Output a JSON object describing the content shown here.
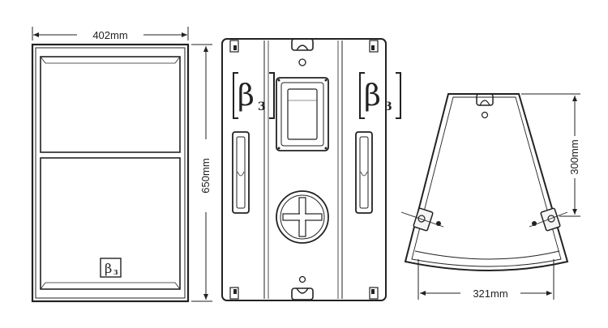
{
  "dimensions": {
    "width": "402mm",
    "height": "650mm",
    "depth": "300mm",
    "back_width": "321mm"
  },
  "logo": {
    "symbol": "β",
    "subscript": "3"
  },
  "colors": {
    "line": "#222222",
    "background": "#ffffff",
    "fill_light": "#f4f4f4"
  }
}
